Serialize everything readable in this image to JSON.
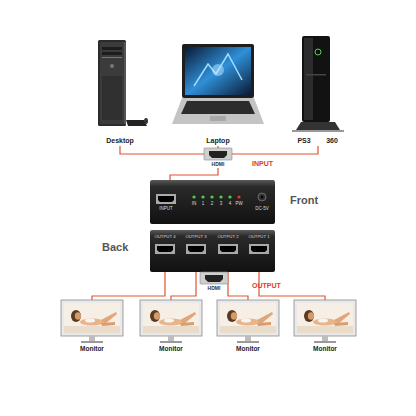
{
  "diagram": {
    "nodes": [
      {
        "text": [
          "Desktop"
        ]
      },
      {
        "text": [
          "Laptop"
        ]
      },
      {
        "text": [
          "PS3",
          "360"
        ]
      },
      {
        "text": [
          "HDMI"
        ]
      },
      {
        "text": [
          "Front",
          "INPUT",
          "IN",
          "1",
          "2",
          "3",
          "4",
          "PW",
          "DC-5V"
        ]
      },
      {
        "text": [
          "Back",
          "OUTPUT 4",
          "OUTPUT 3",
          "OUTPUT 2",
          "OUTPUT 1"
        ]
      },
      {
        "text": [
          "HDMI"
        ]
      },
      {
        "text": [
          "Monitor"
        ]
      },
      {
        "text": [
          "Monitor"
        ]
      },
      {
        "text": [
          "Monitor"
        ]
      },
      {
        "text": [
          "Monitor"
        ]
      }
    ],
    "edges": [
      {
        "from": 0,
        "to": 3,
        "arrow": "none"
      },
      {
        "from": 1,
        "to": 3,
        "arrow": "none"
      },
      {
        "from": 2,
        "to": 3,
        "arrow": "none"
      },
      {
        "from": 3,
        "to": 4,
        "arrow": "none"
      },
      {
        "from": 5,
        "to": 7,
        "arrow": "none"
      },
      {
        "from": 5,
        "to": 8,
        "arrow": "none"
      },
      {
        "from": 5,
        "to": 9,
        "arrow": "none"
      },
      {
        "from": 5,
        "to": 10,
        "arrow": "none"
      }
    ],
    "labels": [
      "INPUT",
      "OUTPUT"
    ]
  }
}
